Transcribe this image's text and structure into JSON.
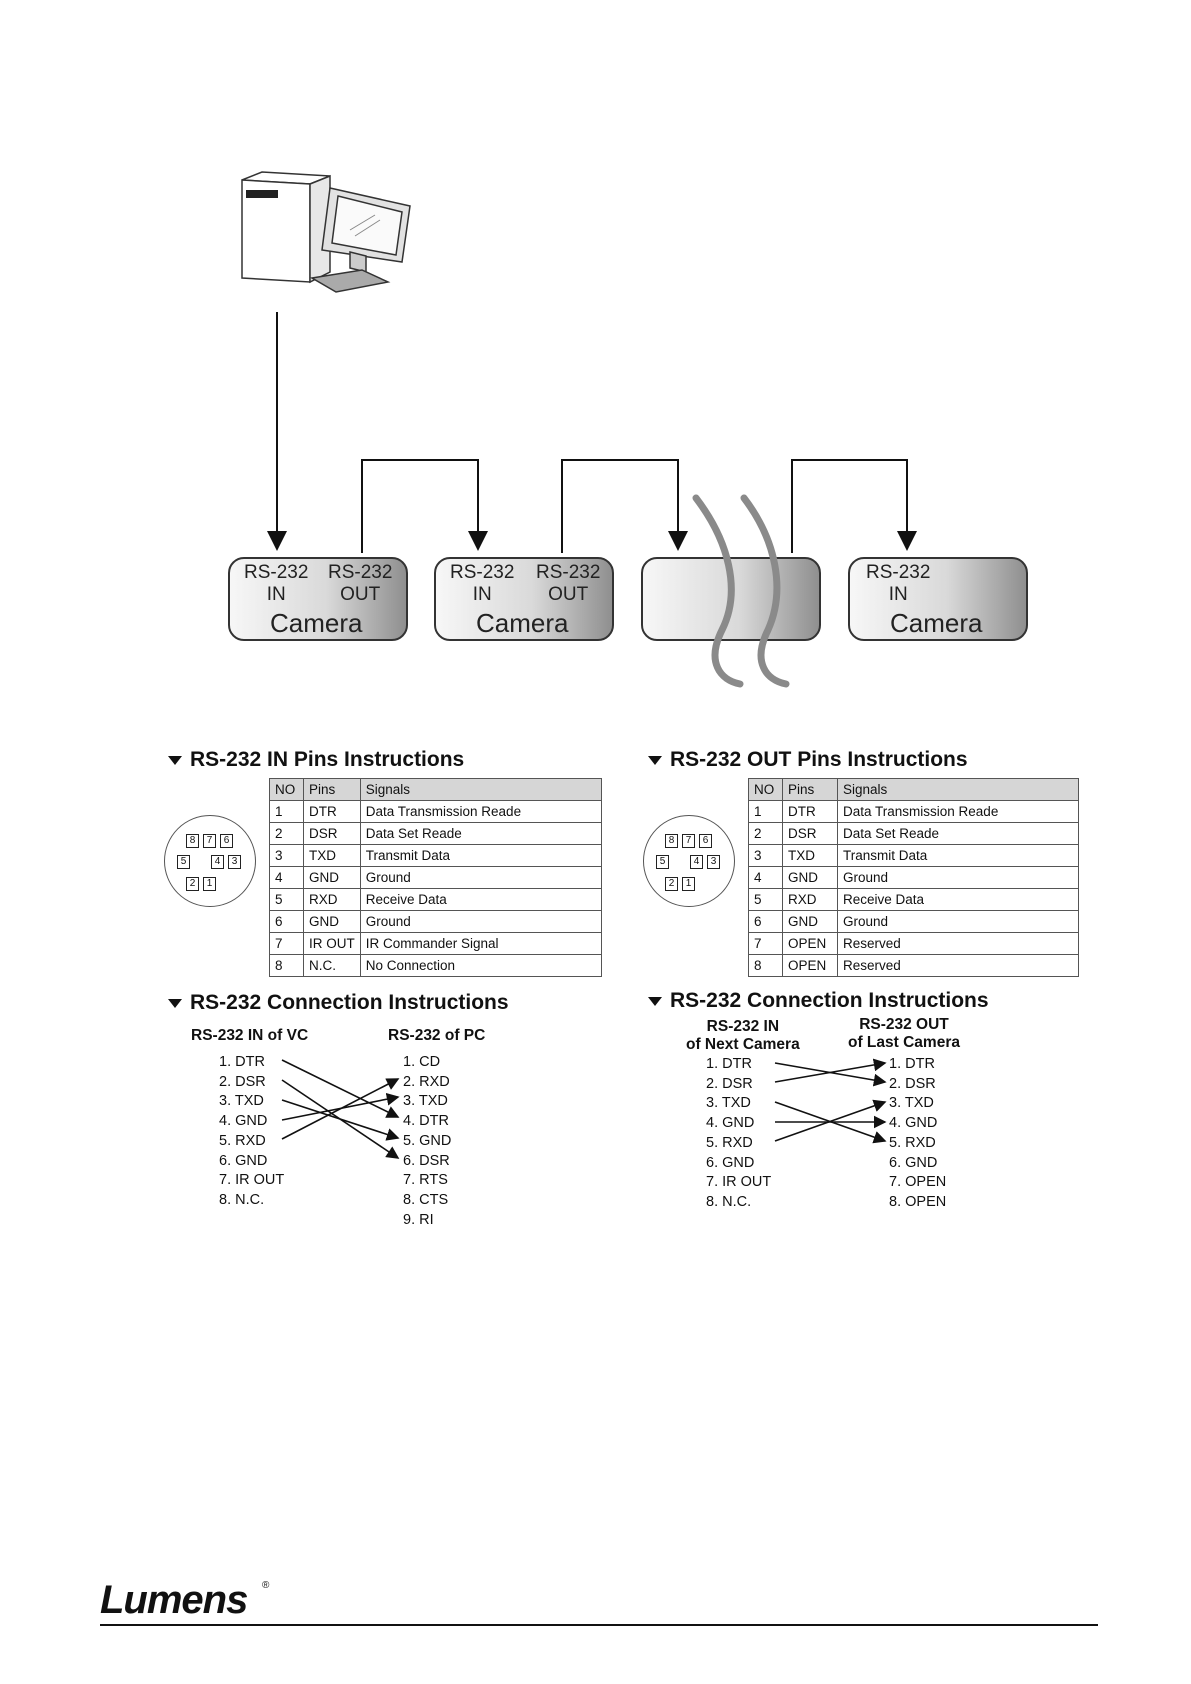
{
  "diagram": {
    "cameras": [
      {
        "in_label": "RS-232\nIN",
        "out_label": "RS-232\nOUT",
        "title": "Camera"
      },
      {
        "in_label": "RS-232\nIN",
        "out_label": "RS-232\nOUT",
        "title": "Camera"
      },
      {
        "in_label": "",
        "out_label": "",
        "title": ""
      },
      {
        "in_label": "RS-232\nIN",
        "out_label": "",
        "title": "Camera"
      }
    ]
  },
  "in_pins": {
    "heading": "RS-232 IN Pins Instructions",
    "columns": [
      "NO",
      "Pins",
      "Signals"
    ],
    "rows": [
      [
        "1",
        "DTR",
        "Data Transmission Reade"
      ],
      [
        "2",
        "DSR",
        "Data Set Reade"
      ],
      [
        "3",
        "TXD",
        "Transmit Data"
      ],
      [
        "4",
        "GND",
        "Ground"
      ],
      [
        "5",
        "RXD",
        "Receive Data"
      ],
      [
        "6",
        "GND",
        "Ground"
      ],
      [
        "7",
        "IR OUT",
        "IR Commander Signal"
      ],
      [
        "8",
        "N.C.",
        "No Connection"
      ]
    ]
  },
  "out_pins": {
    "heading": "RS-232 OUT Pins Instructions",
    "columns": [
      "NO",
      "Pins",
      "Signals"
    ],
    "rows": [
      [
        "1",
        "DTR",
        "Data Transmission Reade"
      ],
      [
        "2",
        "DSR",
        "Data Set Reade"
      ],
      [
        "3",
        "TXD",
        "Transmit Data"
      ],
      [
        "4",
        "GND",
        "Ground"
      ],
      [
        "5",
        "RXD",
        "Receive Data"
      ],
      [
        "6",
        "GND",
        "Ground"
      ],
      [
        "7",
        "OPEN",
        "Reserved"
      ],
      [
        "8",
        "OPEN",
        "Reserved"
      ]
    ]
  },
  "connector_pins": [
    "8",
    "7",
    "6",
    "5",
    "4",
    "3",
    "2",
    "1"
  ],
  "conn_left": {
    "heading": "RS-232 Connection Instructions",
    "left_title": "RS-232 IN of VC",
    "right_title": "RS-232 of PC",
    "left_items": [
      "1. DTR",
      "2. DSR",
      "3. TXD",
      "4. GND",
      "5. RXD",
      "6. GND",
      "7. IR OUT",
      "8. N.C."
    ],
    "right_items": [
      "1. CD",
      "2. RXD",
      "3. TXD",
      "4. DTR",
      "5. GND",
      "6. DSR",
      "7. RTS",
      "8. CTS",
      "9. RI"
    ]
  },
  "conn_right": {
    "heading": "RS-232 Connection Instructions",
    "left_title": "RS-232 IN\nof Next Camera",
    "right_title": "RS-232 OUT\nof Last Camera",
    "left_items": [
      "1. DTR",
      "2. DSR",
      "3. TXD",
      "4. GND",
      "5. RXD",
      "6. GND",
      "7. IR OUT",
      "8. N.C."
    ],
    "right_items": [
      "1. DTR",
      "2. DSR",
      "3. TXD",
      "4. GND",
      "5. RXD",
      "6. GND",
      "7. OPEN",
      "8. OPEN"
    ]
  },
  "footer": {
    "logo": "Lumens",
    "reg_mark": "®"
  }
}
